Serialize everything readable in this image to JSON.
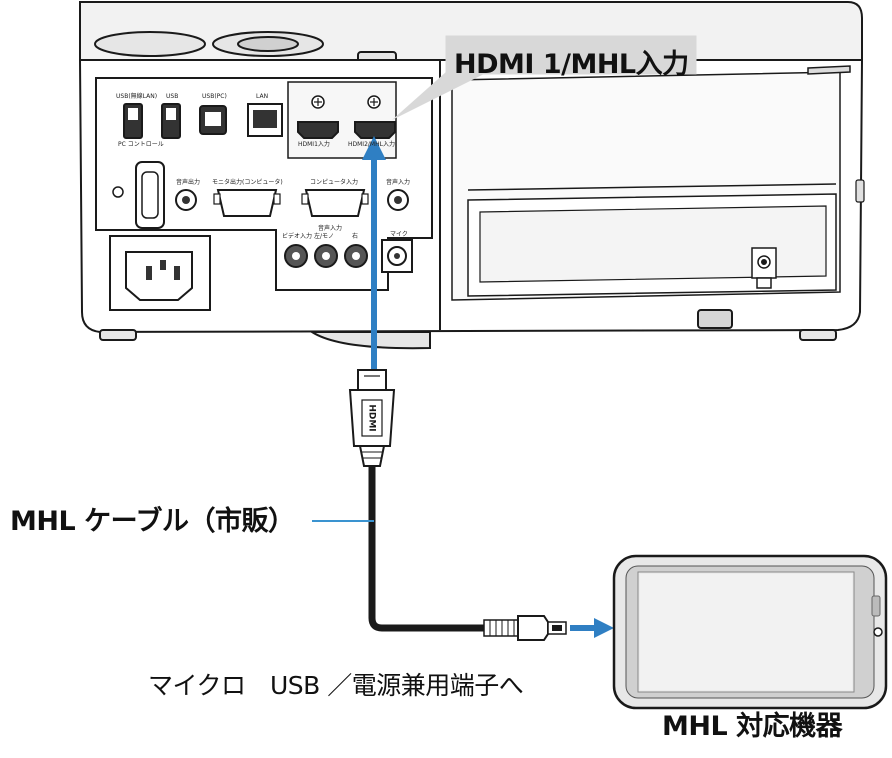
{
  "labels": {
    "hdmi_input": "HDMI 1/MHL入力",
    "cable": "MHL ケーブル（市販）",
    "usb_port": "マイクロ　USB ／電源兼用端子へ",
    "device": "MHL 対応機器"
  },
  "panel_labels": {
    "usb_wireless": "USB(無線LAN)",
    "usb": "USB",
    "usb_pc": "USB(PC)",
    "lan": "LAN",
    "hdmi1": "HDMI1入力",
    "hdmi_mhl": "HDMI2/MHL入力",
    "pc_control": "PC コントロール",
    "audio_out": "音声出力",
    "monitor_out": "モニタ出力(コンピュータ)",
    "computer_in": "コンピュータ入力",
    "audio_in": "音声入力",
    "audio_in2": "音声入力",
    "video_in": "ビデオ入力",
    "lr_mono": "左/モノ",
    "right": "右",
    "mic": "マイク"
  },
  "cable_plug_text": "HDMI",
  "colors": {
    "arrow": "#2f7fc3",
    "leader_line": "#3a93d0",
    "outline": "#1a1a1a"
  }
}
